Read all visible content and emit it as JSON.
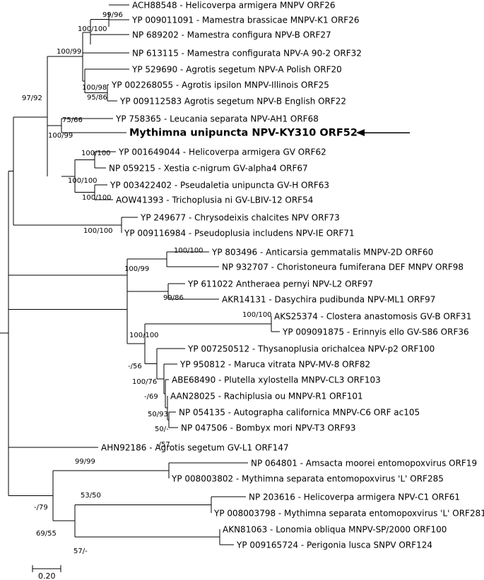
{
  "leaves": [
    "ACH88548 - Helicoverpa armigera MNPV ORF26",
    "YP 009011091 - Mamestra brassicae MNPV-K1 ORF26",
    "NP 689202 - Mamestra configura NPV-B ORF27",
    "NP 613115 - Mamestra configurata NPV-A 90-2 ORF32",
    "YP 529690 - Agrotis segetum NPV-A Polish ORF20",
    "YP 002268055 - Agrotis ipsilon MNPV-Illinois ORF25",
    "YP 009112583 Agrotis segetum NPV-B English ORF22",
    "YP 758365 - Leucania separata NPV-AH1 ORF68",
    "Mythimna unipuncta NPV-KY310 ORF52",
    "YP 001649044 - Helicoverpa armigera GV ORF62",
    "NP 059215 - Xestia c-nigrum GV-alpha4 ORF67",
    "YP 003422402 - Pseudaletia unipuncta GV-H ORF63",
    "AOW41393 - Trichoplusia ni GV-LBIV-12 ORF54",
    "YP 249677 - Chrysodeixis chalcites NPV ORF73",
    "YP 009116984 - Pseudoplusia includens NPV-IE ORF71",
    "YP 803496 - Anticarsia gemmatalis MNPV-2D ORF60",
    "NP 932707 - Choristoneura fumiferana DEF MNPV ORF98",
    "YP 611022 Antheraea pernyi NPV-L2 ORF97",
    "AKR14131 - Dasychira pudibunda NPV-ML1 ORF97",
    "AKS25374 - Clostera anastomosis GV-B ORF31",
    "YP 009091875 - Erinnyis ello GV-S86 ORF36",
    "YP 007250512 - Thysanoplusia orichalcea NPV-p2 ORF100",
    "YP 950812 - Maruca vitrata NPV-MV-8 ORF82",
    "ABE68490 - Plutella xylostella MNPV-CL3 ORF103",
    "AAN28025 - Rachiplusia ou MNPV-R1 ORF101",
    "NP 054135 - Autographa californica MNPV-C6 ORF ac105",
    "NP 047506 - Bombyx mori NPV-T3 ORF93",
    "AHN92186 - Agrotis segetum GV-L1 ORF147",
    "NP 064801 - Amsacta moorei entomopoxvirus ORF19",
    "YP 008003802 - Mythimna separata entomopoxvirus 'L' ORF285",
    "NP 203616 - Helicoverpa armigera NPV-C1 ORF61",
    "YP 008003798 - Mythimna separata entomopoxvirus 'L' ORF281",
    "AKN81063 - Lonomia obliqua MNPV-SP/2000 ORF100",
    "YP 009165724 - Perigonia lusca SNPV ORF124"
  ],
  "supports": [
    "99/96",
    "100/100",
    "100/99",
    "100/98",
    "95/86",
    "97/92",
    "75/66",
    "100/99",
    "100/100",
    "100/100",
    "100/100",
    "100/100",
    "100/100",
    "100/99",
    "99/86",
    "100/100",
    "100/100",
    "-/56",
    "100/76",
    "-/69",
    "50/93",
    "50/-",
    "-/57",
    "99/99",
    "53/50",
    "-/79",
    "69/55",
    "57/-"
  ],
  "highlight_label": "Mythimna unipuncta NPV-KY310 ORF52",
  "highlight_marker": "arrow-left",
  "scale_bar": {
    "label": "0.20"
  }
}
